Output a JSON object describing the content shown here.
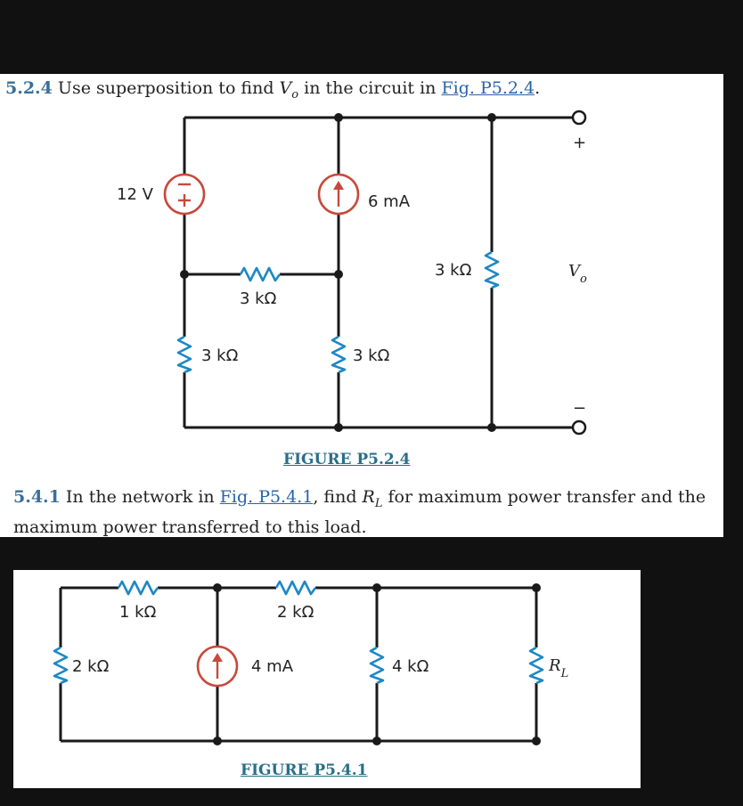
{
  "problem_1": {
    "number": "5.2.4",
    "text_before": " Use superposition to find ",
    "var_base": "V",
    "var_sub": "o",
    "text_after": " in the circuit in ",
    "fig_link": "Fig. P5.2.4",
    "end": "."
  },
  "figure_1": {
    "caption": "FIGURE P5.2.4",
    "labels": {
      "voltage_source": "12 V",
      "current_source": "6 mA",
      "r_middle_horizontal": "3 kΩ",
      "r_left_bottom": "3 kΩ",
      "r_middle_bottom": "3 kΩ",
      "r_right": "3 kΩ",
      "plus": "+",
      "minus": "−",
      "vo_base": "V",
      "vo_sub": "o"
    }
  },
  "problem_2": {
    "number": "5.4.1",
    "text_before": " In the network in ",
    "fig_link": "Fig. P5.4.1",
    "text_mid": ", find ",
    "var_base": "R",
    "var_sub": "L",
    "text_line1_end": " for maximum power transfer and the",
    "text_line2": "maximum power transferred to this load."
  },
  "figure_2": {
    "caption": "FIGURE P5.4.1",
    "labels": {
      "r_left": "2 kΩ",
      "r_top_1": "1 kΩ",
      "r_top_2": "2 kΩ",
      "current_source": "4 mA",
      "r_4k": "4 kΩ",
      "rl_base": "R",
      "rl_sub": "L"
    }
  }
}
